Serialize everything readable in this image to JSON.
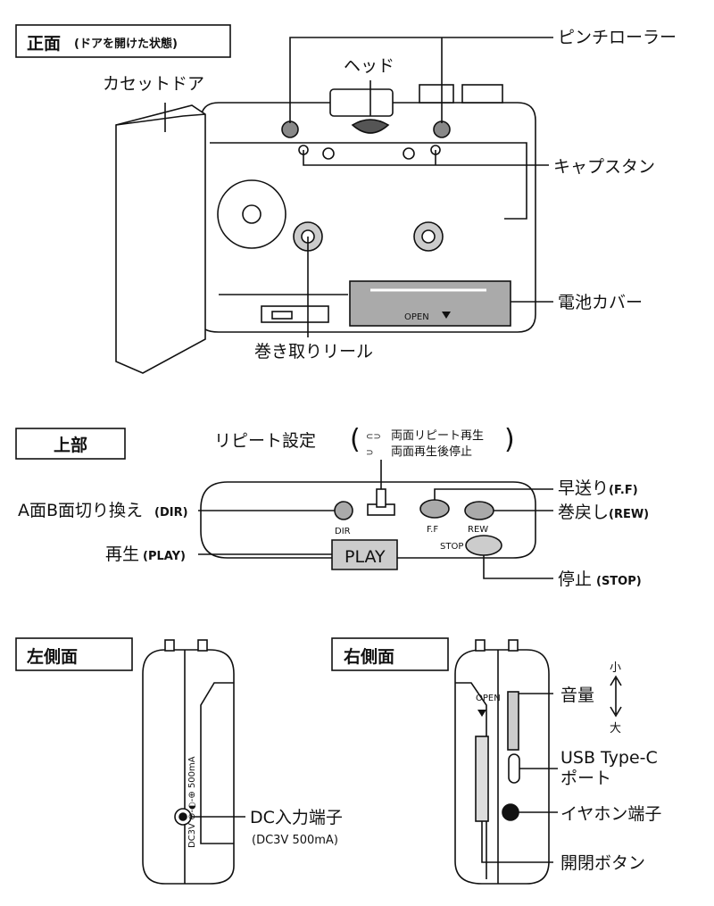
{
  "sections": {
    "front": {
      "title": "正面",
      "title_sub": "(ドアを開けた状態)"
    },
    "top": {
      "title": "上部"
    },
    "left": {
      "title": "左側面"
    },
    "right": {
      "title": "右側面"
    }
  },
  "front_labels": {
    "pinch_roller": "ピンチローラー",
    "head": "ヘッド",
    "cassette_door": "カセットドア",
    "capstan": "キャプスタン",
    "battery_cover": "電池カバー",
    "take_up_reel": "巻き取りリール",
    "open_mark": "OPEN"
  },
  "top_labels": {
    "repeat_setting": "リピート設定",
    "repeat_both": "両面リピート再生",
    "repeat_stop": "両面再生後停止",
    "ff": "早送り",
    "ff_abbr": "(F.F)",
    "rew": "巻戻し",
    "rew_abbr": "(REW)",
    "dir": "A面B面切り換え",
    "dir_abbr": "(DIR)",
    "play": "再生",
    "play_abbr": "(PLAY)",
    "stop": "停止",
    "stop_abbr": "(STOP)"
  },
  "top_printed": {
    "dir": "DIR",
    "ff": "F.F",
    "rew": "REW",
    "stop": "STOP",
    "play": "PLAY"
  },
  "left_labels": {
    "dc_in": "DC入力端子",
    "dc_spec": "(DC3V 500mA)",
    "dc_print": "DC3V ⊖-◐-⊕ 500mA"
  },
  "right_labels": {
    "volume": "音量",
    "vol_small": "小",
    "vol_large": "大",
    "usb": "USB Type-C",
    "usb_port": "ポート",
    "earphone": "イヤホン端子",
    "open_close": "開閉ボタン",
    "open_print": "OPEN"
  }
}
